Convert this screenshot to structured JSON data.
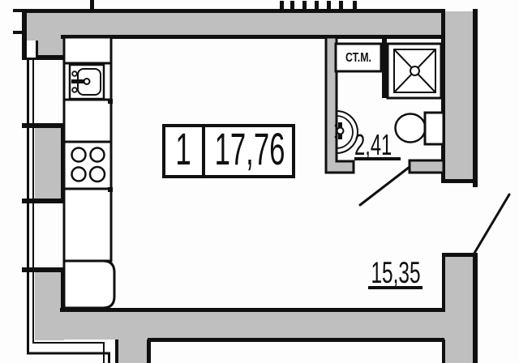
{
  "plan": {
    "labels": {
      "room_number": "1",
      "room_area": "17,76",
      "hall_area": "15,35",
      "bathroom_area": "2,41",
      "washing_machine": "СТ.М."
    },
    "colors": {
      "wall_fill": "#bfbfbf",
      "line": "#101010",
      "floor": "#fdfdfd"
    },
    "fixtures": [
      "kitchen-sink",
      "stove-4-burners",
      "refrigerator",
      "washing-machine-place",
      "shower-cabin",
      "wash-basin",
      "toilet",
      "window",
      "balcony-rail",
      "bathroom-door-swing",
      "entrance-door-swing"
    ]
  }
}
